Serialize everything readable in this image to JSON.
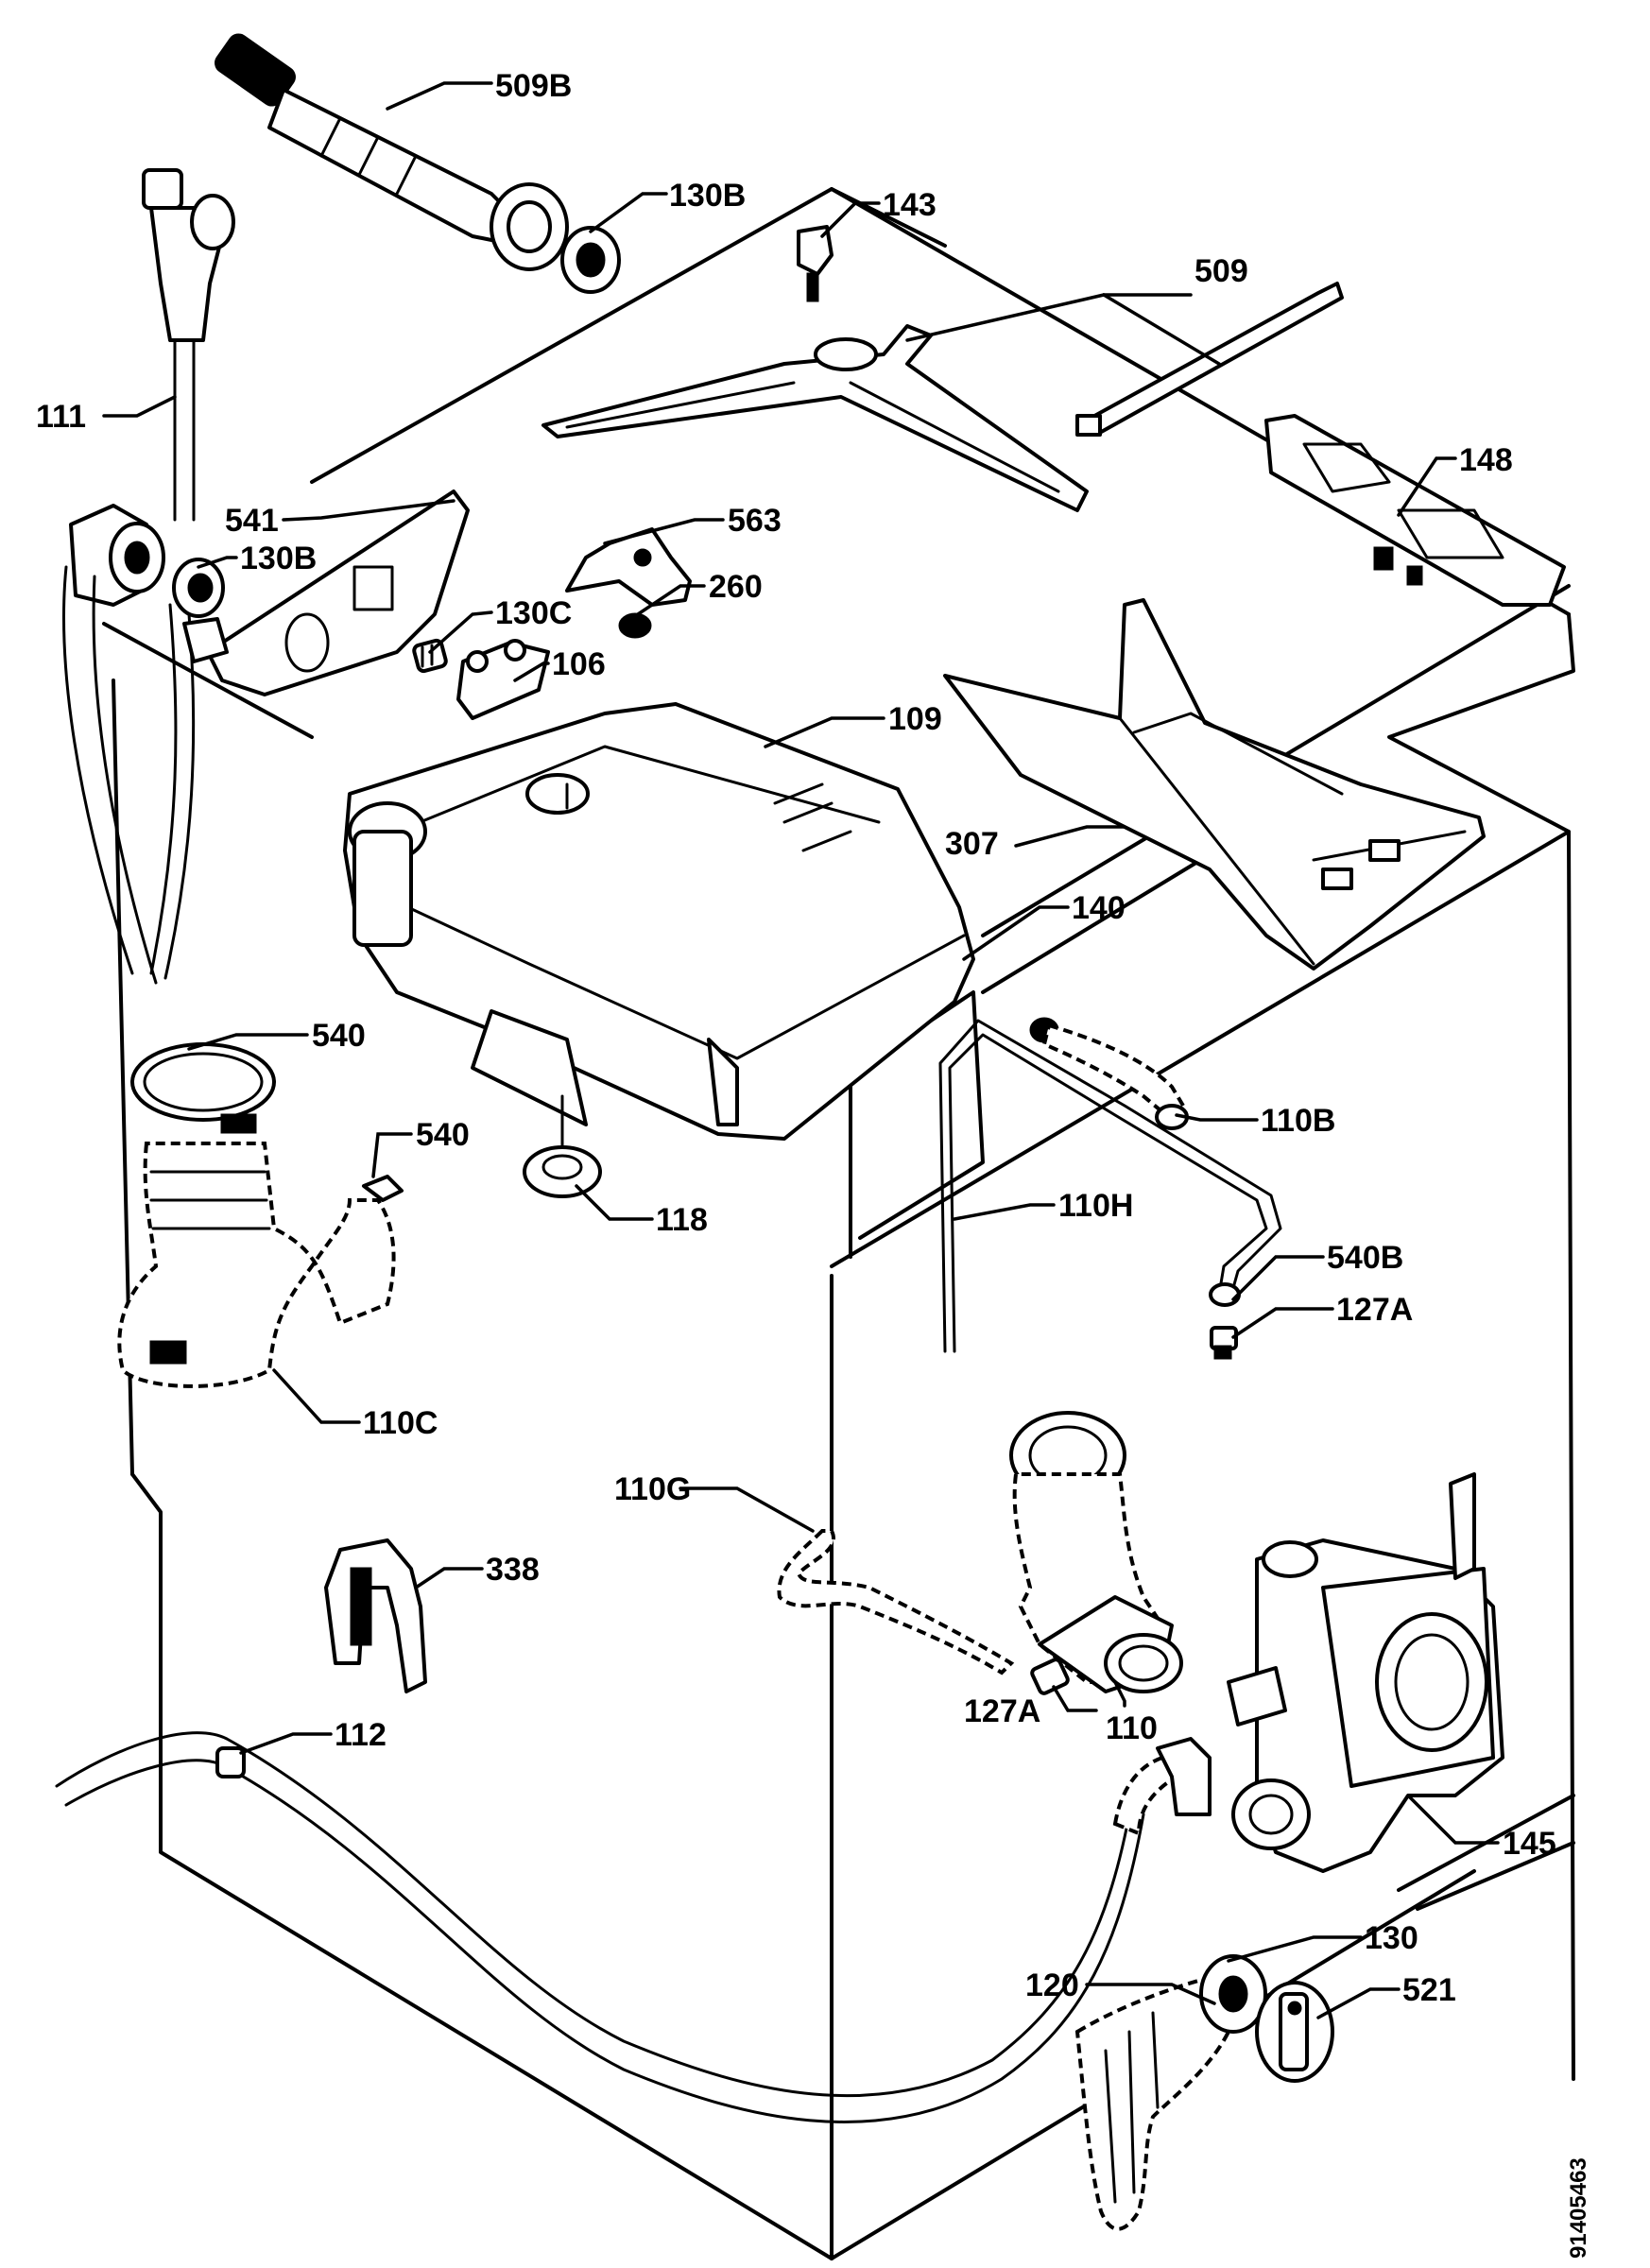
{
  "labels": {
    "l509b": "509B",
    "l130b_top": "130B",
    "l143": "143",
    "l509": "509",
    "l111": "111",
    "l148": "148",
    "l541": "541",
    "l563": "563",
    "l130b_mid": "130B",
    "l260": "260",
    "l130c": "130C",
    "l106": "106",
    "l109": "109",
    "l307": "307",
    "l140": "140",
    "l540_a": "540",
    "l540_b": "540",
    "l110b": "110B",
    "l118": "118",
    "l110h": "110H",
    "l540b": "540B",
    "l127a_r": "127A",
    "l110c": "110C",
    "l110g": "110G",
    "l338": "338",
    "l127a_b": "127A",
    "l110": "110",
    "l112": "112",
    "l145": "145",
    "l130": "130",
    "l120": "120",
    "l521": "521"
  },
  "drawing_code": "91405463"
}
